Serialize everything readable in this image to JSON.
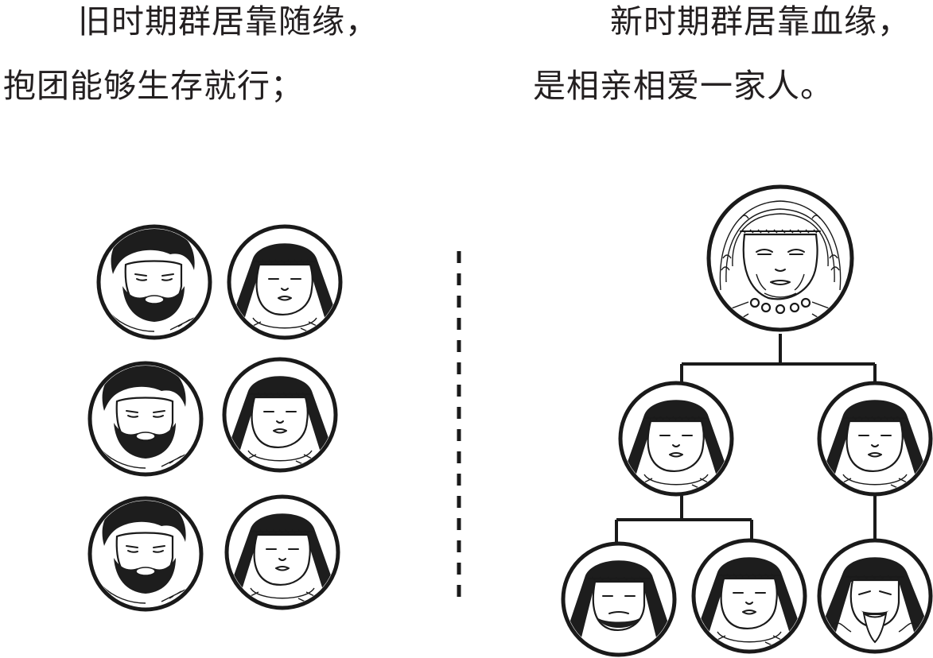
{
  "left_text": {
    "line1": "旧时期群居靠随缘，",
    "line2": "抱团能够生存就行；"
  },
  "right_text": {
    "line1": "新时期群居靠血缘，",
    "line2": "是相亲相爱一家人。"
  },
  "colors": {
    "ink": "#1a1a1a",
    "background": "#ffffff"
  },
  "icons": {
    "man": "bearded-man-portrait-icon",
    "woman": "headband-woman-portrait-icon",
    "elder": "grandmother-portrait-icon",
    "young_man": "young-man-portrait-icon",
    "old_man": "old-man-portrait-icon"
  }
}
